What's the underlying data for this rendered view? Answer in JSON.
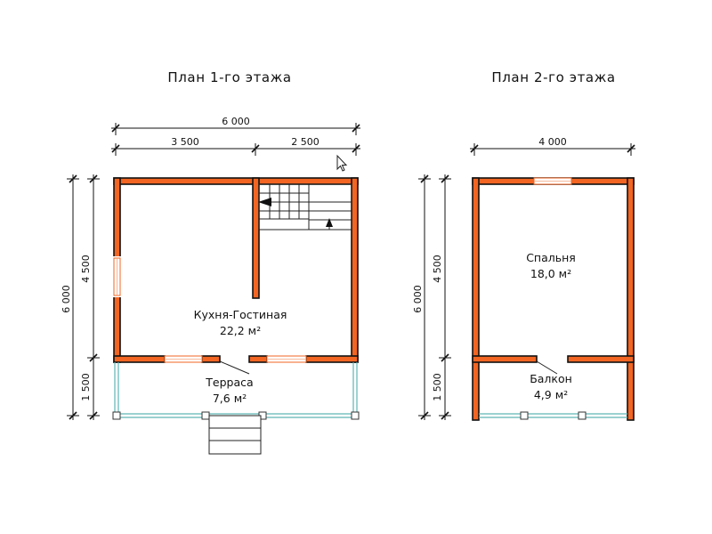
{
  "plan1": {
    "title": "План 1-го этажа",
    "dim_total_width": "6 000",
    "dim_left_width": "3 500",
    "dim_right_width": "2 500",
    "dim_total_height": "6 000",
    "dim_house_height": "4 500",
    "dim_terrace_height": "1 500",
    "room_name": "Кухня-Гостиная",
    "room_area": "22,2 м²",
    "terrace_name": "Терраса",
    "terrace_area": "7,6 м²"
  },
  "plan2": {
    "title": "План 2-го этажа",
    "dim_width": "4 000",
    "dim_total_height": "6 000",
    "dim_house_height": "4 500",
    "dim_balcony_height": "1 500",
    "room_name": "Спальня",
    "room_area": "18,0 м²",
    "balcony_name": "Балкон",
    "balcony_area": "4,9 м²"
  },
  "colors": {
    "wall": "#f26522",
    "railing": "#5fb5b5"
  }
}
